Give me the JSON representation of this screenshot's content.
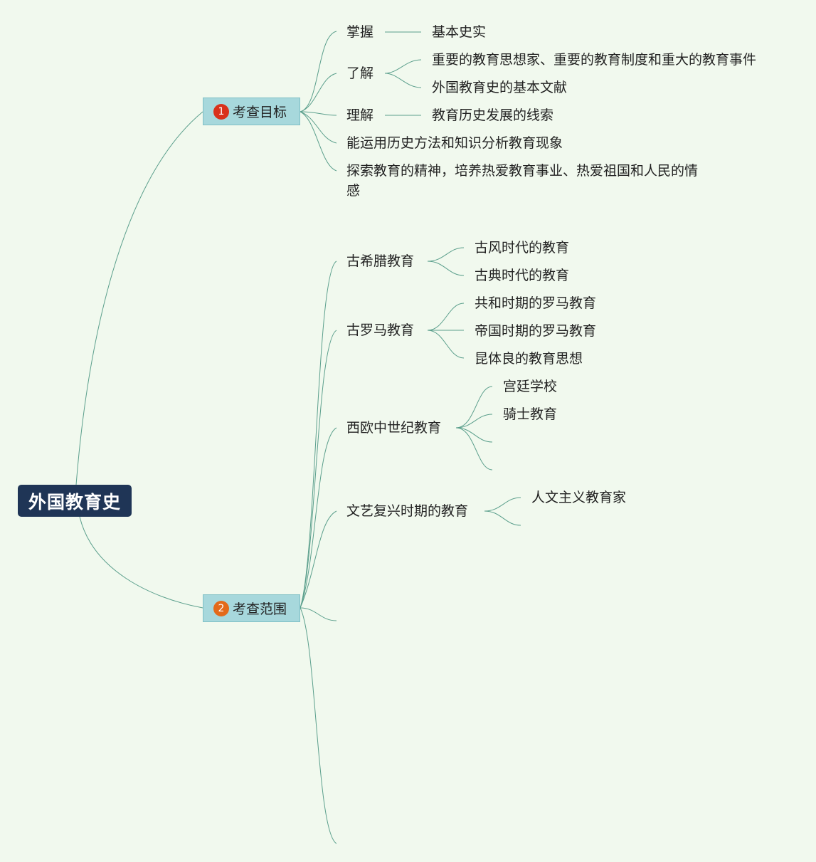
{
  "root": {
    "label": "外国教育史"
  },
  "branches": [
    {
      "number": "1",
      "label": "考查目标",
      "children": [
        {
          "label": "掌握",
          "children": [
            "基本史实"
          ]
        },
        {
          "label": "了解",
          "children": [
            "重要的教育思想家、重要的教育制度和重大的教育事件",
            "外国教育史的基本文献"
          ]
        },
        {
          "label": "理解",
          "children": [
            "教育历史发展的线索"
          ]
        },
        {
          "label": "能运用历史方法和知识分析教育现象"
        },
        {
          "label": "探索教育的精神，培养热爱教育事业、热爱祖国和人民的情感"
        }
      ]
    },
    {
      "number": "2",
      "label": "考查范围",
      "children": [
        {
          "label": "古希腊教育",
          "children": [
            "古风时代的教育",
            "古典时代的教育"
          ]
        },
        {
          "label": "古罗马教育",
          "children": [
            "共和时期的罗马教育",
            "帝国时期的罗马教育",
            "昆体良的教育思想"
          ]
        },
        {
          "label": "西欧中世纪教育",
          "children": [
            "宫廷学校",
            "骑士教育"
          ]
        },
        {
          "label": "文艺复兴时期的教育",
          "children": [
            "人文主义教育家"
          ]
        }
      ]
    }
  ],
  "colors": {
    "background": "#f1f9ee",
    "root_fill": "#1f3556",
    "branch_fill": "#a7d8dc",
    "connector": "#5b9f8c",
    "badge_1": "#d9311b",
    "badge_2": "#e36a1a"
  }
}
